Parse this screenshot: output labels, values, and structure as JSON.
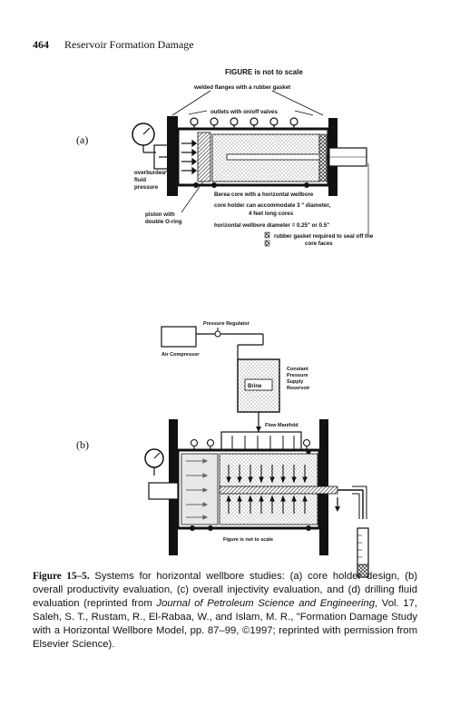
{
  "header": {
    "page_number": "464",
    "running_title": "Reservoir Formation Damage"
  },
  "panel_a": {
    "label": "(a)",
    "scale_note": "FIGURE is not to scale",
    "flanges": "welded flanges with a rubber gasket",
    "outlets": "outlets with on/off valves",
    "overburden_1": "overburden",
    "overburden_2": "fluid",
    "overburden_3": "pressure",
    "core": "Berea core with a horizontal wellbore",
    "holder_1": "core holder can accommodate 3 \" diameter,",
    "holder_2": "4 feet long cores",
    "piston_1": "piston with",
    "piston_2": "double O-ring",
    "diameter": "horizontal wellbore diameter = 0.25\" or 0.5\"",
    "gasket_1": "rubber gasket required to seal off the",
    "gasket_2": "core faces"
  },
  "panel_b": {
    "label": "(b)",
    "regulator": "Pressure Regulator",
    "compressor": "Air Compressor",
    "res_1": "Constant",
    "res_2": "Pressure",
    "res_3": "Supply",
    "res_4": "Reservoir",
    "brine": "Brine",
    "manifold": "Flow Manifold",
    "scale_note": "Figure is not to scale"
  },
  "caption": {
    "figure_label": "Figure 15–5.",
    "text_1": " Systems for horizontal wellbore studies: (a) core holder design, (b) overall productivity evaluation, (c) overall injectivity evaluation, and (d) drilling fluid evaluation (reprinted from ",
    "journal": "Journal of Petroleum Science and Engineering",
    "text_2": ", Vol. 17, Saleh, S. T., Rustam, R., El-Rabaa, W., and Islam, M. R., \"Formation Damage Study with a Horizontal Wellbore Model, pp. 87–99, ©1997; reprinted with permission from Elsevier Science)."
  }
}
